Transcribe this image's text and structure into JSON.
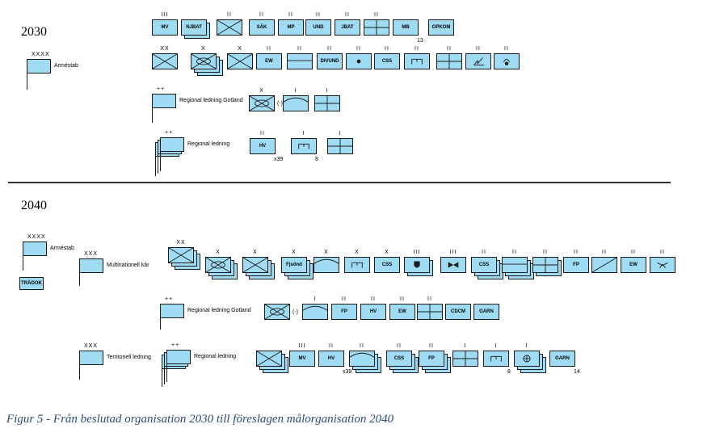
{
  "years": {
    "y2030": "2030",
    "y2040": "2040"
  },
  "caption": "Figur 5 - Från beslutad organisation 2030 till föreslagen målorganisation 2040",
  "colors": {
    "unit_fill": "#9fdcf4",
    "outline": "#1a1a1a",
    "caption": "#2e4a7a"
  },
  "s2030": {
    "hq": {
      "echelon": "XXXX",
      "label": "Arméstab"
    },
    "row1": [
      {
        "echelon": "III",
        "text": "MV"
      },
      {
        "echelon": "",
        "text": "NJBAT"
      },
      {
        "echelon": "II",
        "text": "",
        "icon": "infantry-cross"
      },
      {
        "echelon": "II",
        "text": "SÄK"
      },
      {
        "echelon": "II",
        "text": "MP"
      },
      {
        "echelon": "II",
        "text": "UND"
      },
      {
        "echelon": "II",
        "text": "JBAT"
      },
      {
        "echelon": "II",
        "text": "",
        "icon": "medical-cross"
      },
      {
        "echelon": "",
        "text": "MB",
        "count": "13"
      },
      {
        "echelon": "",
        "text": "OPKOM"
      }
    ],
    "row2": [
      {
        "echelon": "XX",
        "text": "",
        "icon": "infantry-cross"
      },
      {
        "echelon": "X",
        "text": "",
        "icon": "mechanized"
      },
      {
        "echelon": "X",
        "text": "",
        "icon": "infantry-cross"
      },
      {
        "echelon": "II",
        "text": "EW"
      },
      {
        "echelon": "II",
        "text": "",
        "icon": "armour-line"
      },
      {
        "echelon": "II",
        "text": "DIVUND"
      },
      {
        "echelon": "II",
        "text": "",
        "icon": "artillery-dot"
      },
      {
        "echelon": "II",
        "text": "CSS"
      },
      {
        "echelon": "II",
        "text": "",
        "icon": "engineer"
      },
      {
        "echelon": "II",
        "text": "",
        "icon": "medical-cross"
      },
      {
        "echelon": "II",
        "text": "",
        "icon": "signal"
      },
      {
        "echelon": "II",
        "text": "",
        "icon": "air-defence"
      }
    ],
    "gotland": {
      "echelon": "++",
      "label": "Regional ledning Gotland",
      "units": [
        {
          "echelon": "X",
          "text": "",
          "icon": "mechanized",
          "suffix": "(-)"
        },
        {
          "echelon": "I",
          "text": "",
          "icon": "arc"
        },
        {
          "echelon": "I",
          "text": "",
          "icon": "medical-cross"
        }
      ]
    },
    "regional": {
      "echelon": "++",
      "label": "Regional ledning",
      "units": [
        {
          "echelon": "II",
          "text": "HV",
          "count": "x39"
        },
        {
          "echelon": "I",
          "text": "",
          "icon": "engineer",
          "count": "8"
        },
        {
          "echelon": "I",
          "text": "",
          "icon": "medical-cross"
        }
      ]
    }
  },
  "s2040": {
    "hq": {
      "echelon": "XXXX",
      "label": "Arméstab"
    },
    "tradok": {
      "text": "TRÄDOK"
    },
    "corps": {
      "echelon": "XXX",
      "label": "Multinationell kår",
      "units": [
        {
          "echelon": "XX",
          "text": "",
          "icon": "infantry-cross"
        },
        {
          "echelon": "X",
          "text": "",
          "icon": "mechanized"
        },
        {
          "echelon": "X",
          "text": "",
          "icon": "infantry-cross"
        },
        {
          "echelon": "X",
          "text": "Fjsönd"
        },
        {
          "echelon": "X",
          "text": "",
          "icon": "arc"
        },
        {
          "echelon": "X",
          "text": "",
          "icon": "engineer"
        },
        {
          "echelon": "X",
          "text": "CSS"
        },
        {
          "echelon": "III",
          "text": "",
          "icon": "shield-dot"
        },
        {
          "echelon": "III",
          "text": "",
          "icon": "bowtie"
        },
        {
          "echelon": "II",
          "text": "CSS"
        },
        {
          "echelon": "II",
          "text": "",
          "icon": "armour-line"
        },
        {
          "echelon": "II",
          "text": "",
          "icon": "medical-cross"
        },
        {
          "echelon": "II",
          "text": "FP"
        },
        {
          "echelon": "II",
          "text": "",
          "icon": "diagonal"
        },
        {
          "echelon": "II",
          "text": "EW"
        },
        {
          "echelon": "II",
          "text": "",
          "icon": "signal-hat"
        }
      ]
    },
    "gotland": {
      "echelon": "++",
      "label": "Regional ledning Gotland",
      "units": [
        {
          "echelon": "",
          "text": "",
          "icon": "mechanized",
          "suffix": "(-)"
        },
        {
          "echelon": "I",
          "text": "",
          "icon": "arc"
        },
        {
          "echelon": "II",
          "text": "FP"
        },
        {
          "echelon": "II",
          "text": "HV"
        },
        {
          "echelon": "II",
          "text": "EW"
        },
        {
          "echelon": "II",
          "text": "",
          "icon": "medical-cross"
        },
        {
          "echelon": "",
          "text": "CDCM"
        },
        {
          "echelon": "",
          "text": "GARN"
        }
      ]
    },
    "territorial": {
      "echelon": "XXX",
      "label": "Territoriell ledning",
      "regional": {
        "echelon": "++",
        "label": "Regional ledning",
        "units": [
          {
            "echelon": "",
            "text": "",
            "icon": "infantry-cross"
          },
          {
            "echelon": "III",
            "text": "MV"
          },
          {
            "echelon": "II",
            "text": "HV",
            "count": "x39"
          },
          {
            "echelon": "II",
            "text": "",
            "icon": "arc"
          },
          {
            "echelon": "II",
            "text": "CSS"
          },
          {
            "echelon": "II",
            "text": "FP"
          },
          {
            "echelon": "I",
            "text": "",
            "icon": "medical-cross"
          },
          {
            "echelon": "I",
            "text": "",
            "icon": "engineer",
            "count": "8"
          },
          {
            "echelon": "I",
            "text": "",
            "icon": "circle-plus"
          },
          {
            "echelon": "",
            "text": "GARN",
            "count": "14"
          }
        ]
      }
    }
  }
}
